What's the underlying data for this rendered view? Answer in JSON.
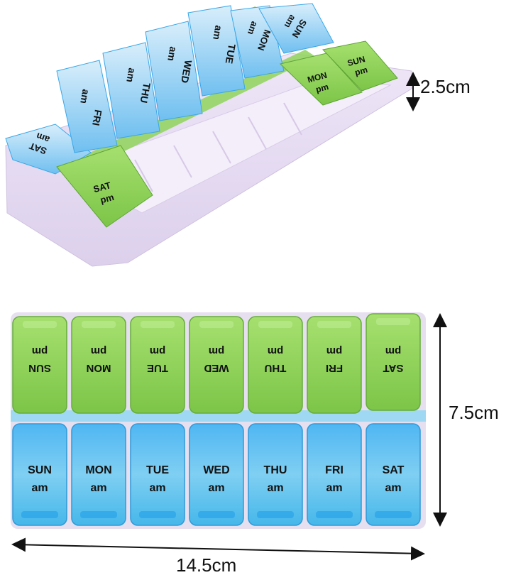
{
  "dimensions": {
    "height_label": "2.5cm",
    "depth_label": "7.5cm",
    "width_label": "14.5cm"
  },
  "top_view": {
    "open_lids_am": [
      {
        "day": "SAT",
        "period": "am"
      },
      {
        "day": "FRI",
        "period": "am"
      },
      {
        "day": "THU",
        "period": "am"
      },
      {
        "day": "WED",
        "period": "am"
      },
      {
        "day": "TUE",
        "period": "am"
      },
      {
        "day": "MON",
        "period": "am"
      },
      {
        "day": "SUN",
        "period": "am"
      }
    ],
    "closed_lids_pm": [
      {
        "day": "SAT",
        "period": "pm"
      },
      {
        "day": "MON",
        "period": "pm"
      },
      {
        "day": "SUN",
        "period": "pm"
      }
    ]
  },
  "front_view": {
    "pm_row": [
      {
        "day": "SUN",
        "period": "pm"
      },
      {
        "day": "MON",
        "period": "pm"
      },
      {
        "day": "TUE",
        "period": "pm"
      },
      {
        "day": "WED",
        "period": "pm"
      },
      {
        "day": "THU",
        "period": "pm"
      },
      {
        "day": "FRI",
        "period": "pm"
      },
      {
        "day": "SAT",
        "period": "pm"
      }
    ],
    "am_row": [
      {
        "day": "SUN",
        "period": "am"
      },
      {
        "day": "MON",
        "period": "am"
      },
      {
        "day": "TUE",
        "period": "am"
      },
      {
        "day": "WED",
        "period": "am"
      },
      {
        "day": "THU",
        "period": "am"
      },
      {
        "day": "FRI",
        "period": "am"
      },
      {
        "day": "SAT",
        "period": "am"
      }
    ]
  },
  "colors": {
    "green_lid": "#8fd45a",
    "green_dark": "#6fb63e",
    "blue_lid": "#6fc3f0",
    "blue_dark": "#3aa7e8",
    "base_purple": "#e8dcf2"
  }
}
